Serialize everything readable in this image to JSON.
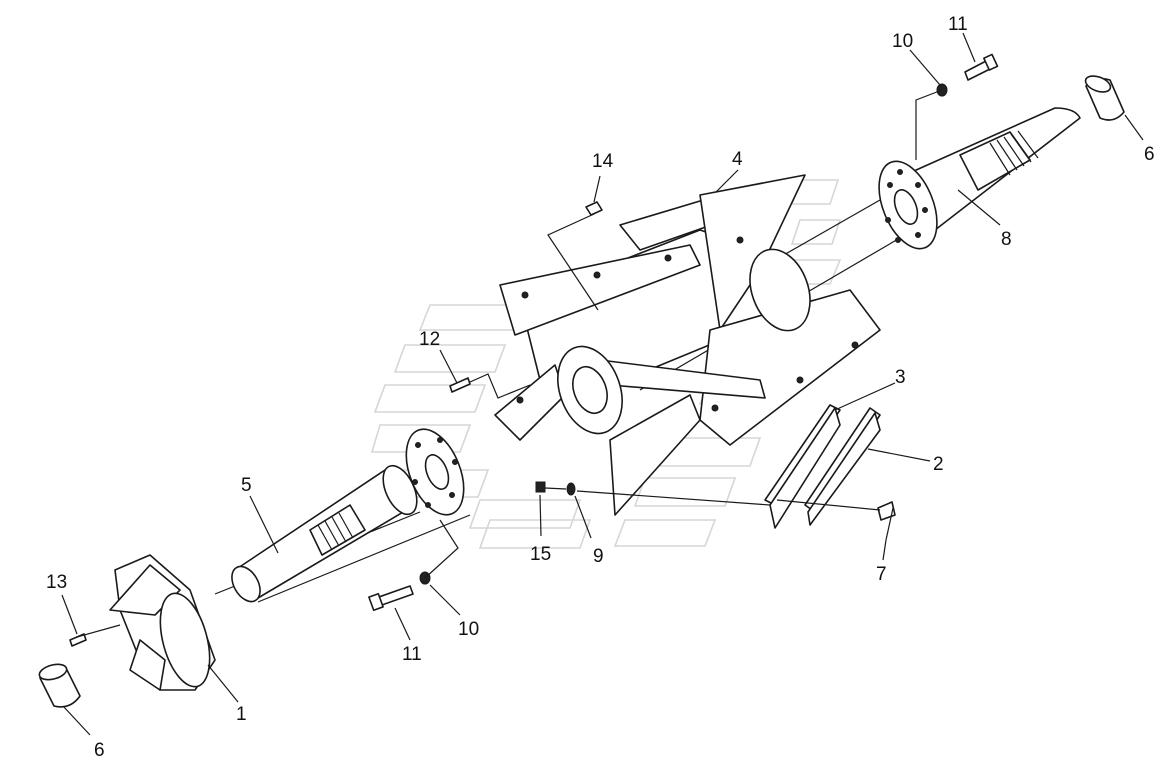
{
  "diagram": {
    "callouts": [
      {
        "id": "c1",
        "text": "1"
      },
      {
        "id": "c2",
        "text": "2"
      },
      {
        "id": "c3",
        "text": "3"
      },
      {
        "id": "c4",
        "text": "4"
      },
      {
        "id": "c5",
        "text": "5"
      },
      {
        "id": "c6a",
        "text": "6"
      },
      {
        "id": "c6b",
        "text": "6"
      },
      {
        "id": "c7",
        "text": "7"
      },
      {
        "id": "c8",
        "text": "8"
      },
      {
        "id": "c9",
        "text": "9"
      },
      {
        "id": "c10a",
        "text": "10"
      },
      {
        "id": "c10b",
        "text": "10"
      },
      {
        "id": "c11a",
        "text": "11"
      },
      {
        "id": "c11b",
        "text": "11"
      },
      {
        "id": "c12",
        "text": "12"
      },
      {
        "id": "c13",
        "text": "13"
      },
      {
        "id": "c14",
        "text": "14"
      },
      {
        "id": "c15",
        "text": "15"
      }
    ]
  }
}
